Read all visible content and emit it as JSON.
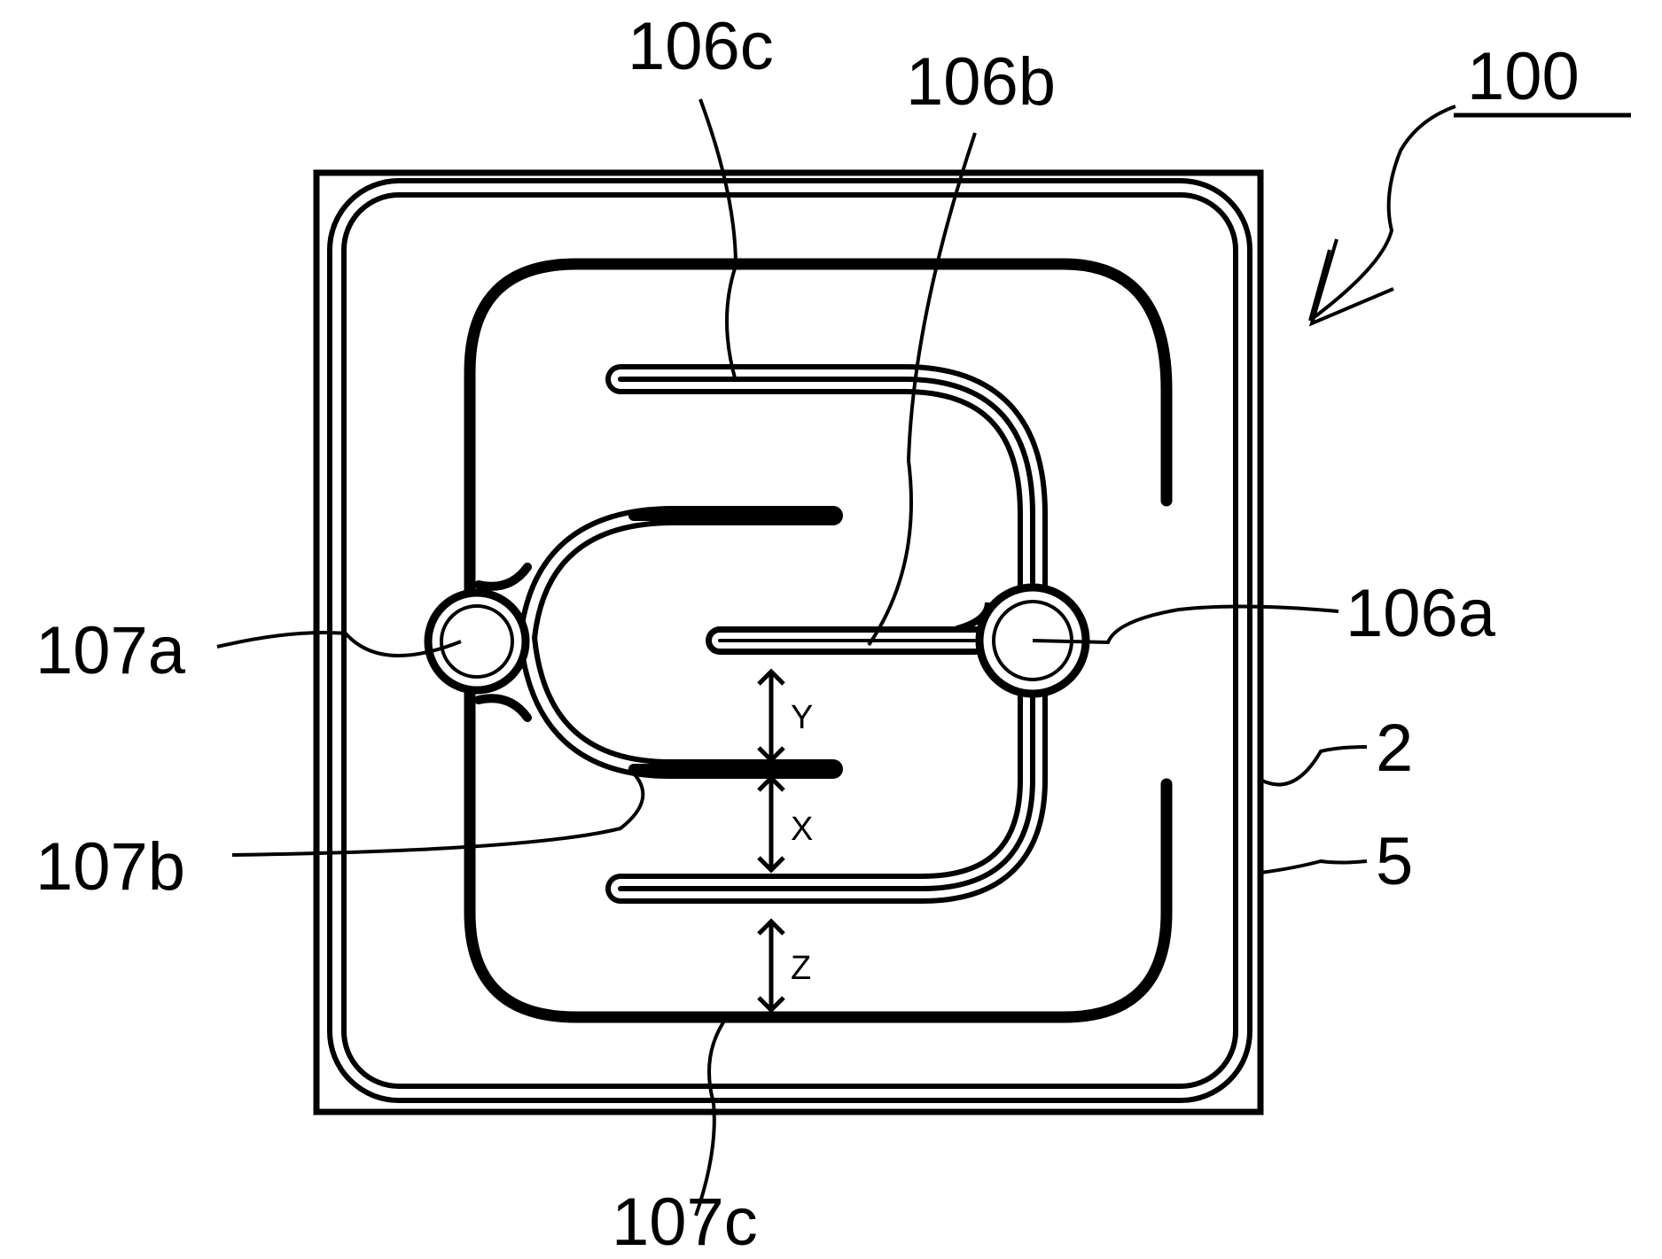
{
  "figure": {
    "assembly_label": "100",
    "reference_labels": {
      "r106c": "106c",
      "r106b": "106b",
      "r106a": "106a",
      "r107a": "107a",
      "r107b": "107b",
      "r107c": "107c",
      "r2": "2",
      "r5": "5"
    },
    "dimension_labels": {
      "y": "Y",
      "x": "X",
      "z": "Z"
    }
  }
}
